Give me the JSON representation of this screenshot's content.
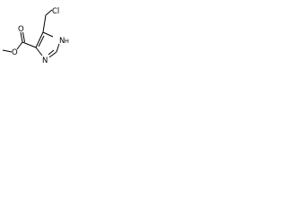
{
  "structure": {
    "atoms": {
      "chloro": "Cl",
      "ring_nh_n": "N",
      "ring_nh_h": "H",
      "ring_n": "N",
      "ester_o_single": "O",
      "ester_o_double": "O"
    }
  },
  "colors": {
    "ink": "#000000",
    "background": "#ffffff"
  }
}
